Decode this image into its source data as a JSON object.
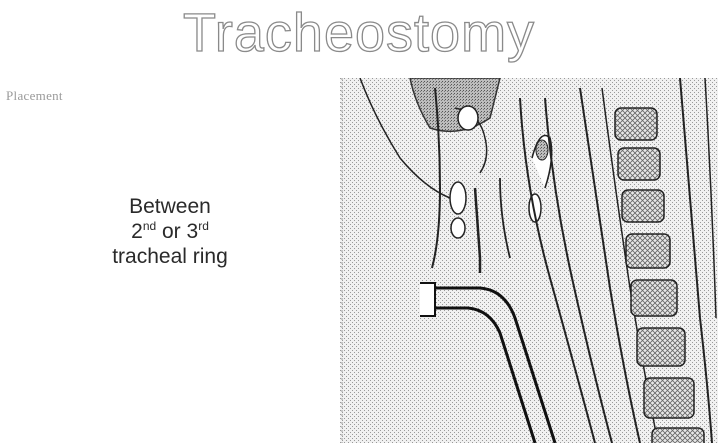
{
  "slide": {
    "title": "Tracheostomy",
    "subtitle": "Placement",
    "body": {
      "line1": "Between",
      "line2_pre": "2",
      "line2_sup1": "nd",
      "line2_mid": " or 3",
      "line2_sup2": "rd",
      "line3": "tracheal ring"
    }
  },
  "colors": {
    "title_outline": "#8a8a8a",
    "body_text": "#2a2a2a",
    "illustration_line": "#111111",
    "stipple_fill": "#cfcfcf"
  },
  "figure": {
    "icon": "airway-sagittal-illustration-icon"
  }
}
